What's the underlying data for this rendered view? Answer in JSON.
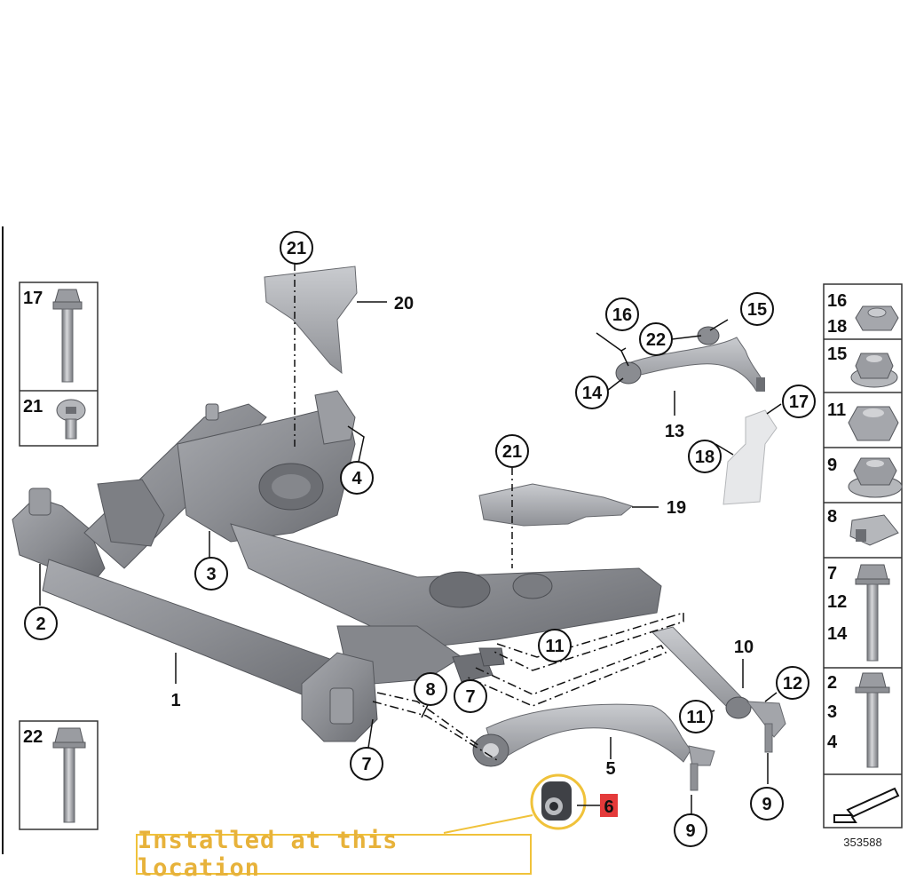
{
  "diagram": {
    "callouts": [
      "21",
      "20",
      "4",
      "3",
      "2",
      "1",
      "21",
      "19",
      "16",
      "22",
      "15",
      "14",
      "13",
      "17",
      "18",
      "11",
      "7",
      "8",
      "7",
      "10",
      "12",
      "11",
      "5",
      "9",
      "9",
      "6"
    ],
    "highlighted_callout": "6",
    "note": "Installed at this location",
    "reference_number": "353588",
    "left_panel": [
      {
        "label": "17"
      },
      {
        "label": "21"
      }
    ],
    "left_panel_bottom": {
      "label": "22"
    },
    "right_panel": [
      {
        "labels": [
          "16",
          "18"
        ]
      },
      {
        "labels": [
          "15"
        ]
      },
      {
        "labels": [
          "11"
        ]
      },
      {
        "labels": [
          "9"
        ]
      },
      {
        "labels": [
          "8"
        ]
      },
      {
        "labels": [
          "7",
          "12",
          "14"
        ]
      },
      {
        "labels": [
          "2",
          "3",
          "4"
        ]
      }
    ],
    "colors": {
      "part_gray": "#8e9095",
      "part_dark": "#5d6066",
      "highlight_ring": "#f0c23a",
      "highlight_label_bg": "#e43a3a"
    },
    "icons": [
      "direction-arrow-icon"
    ]
  }
}
